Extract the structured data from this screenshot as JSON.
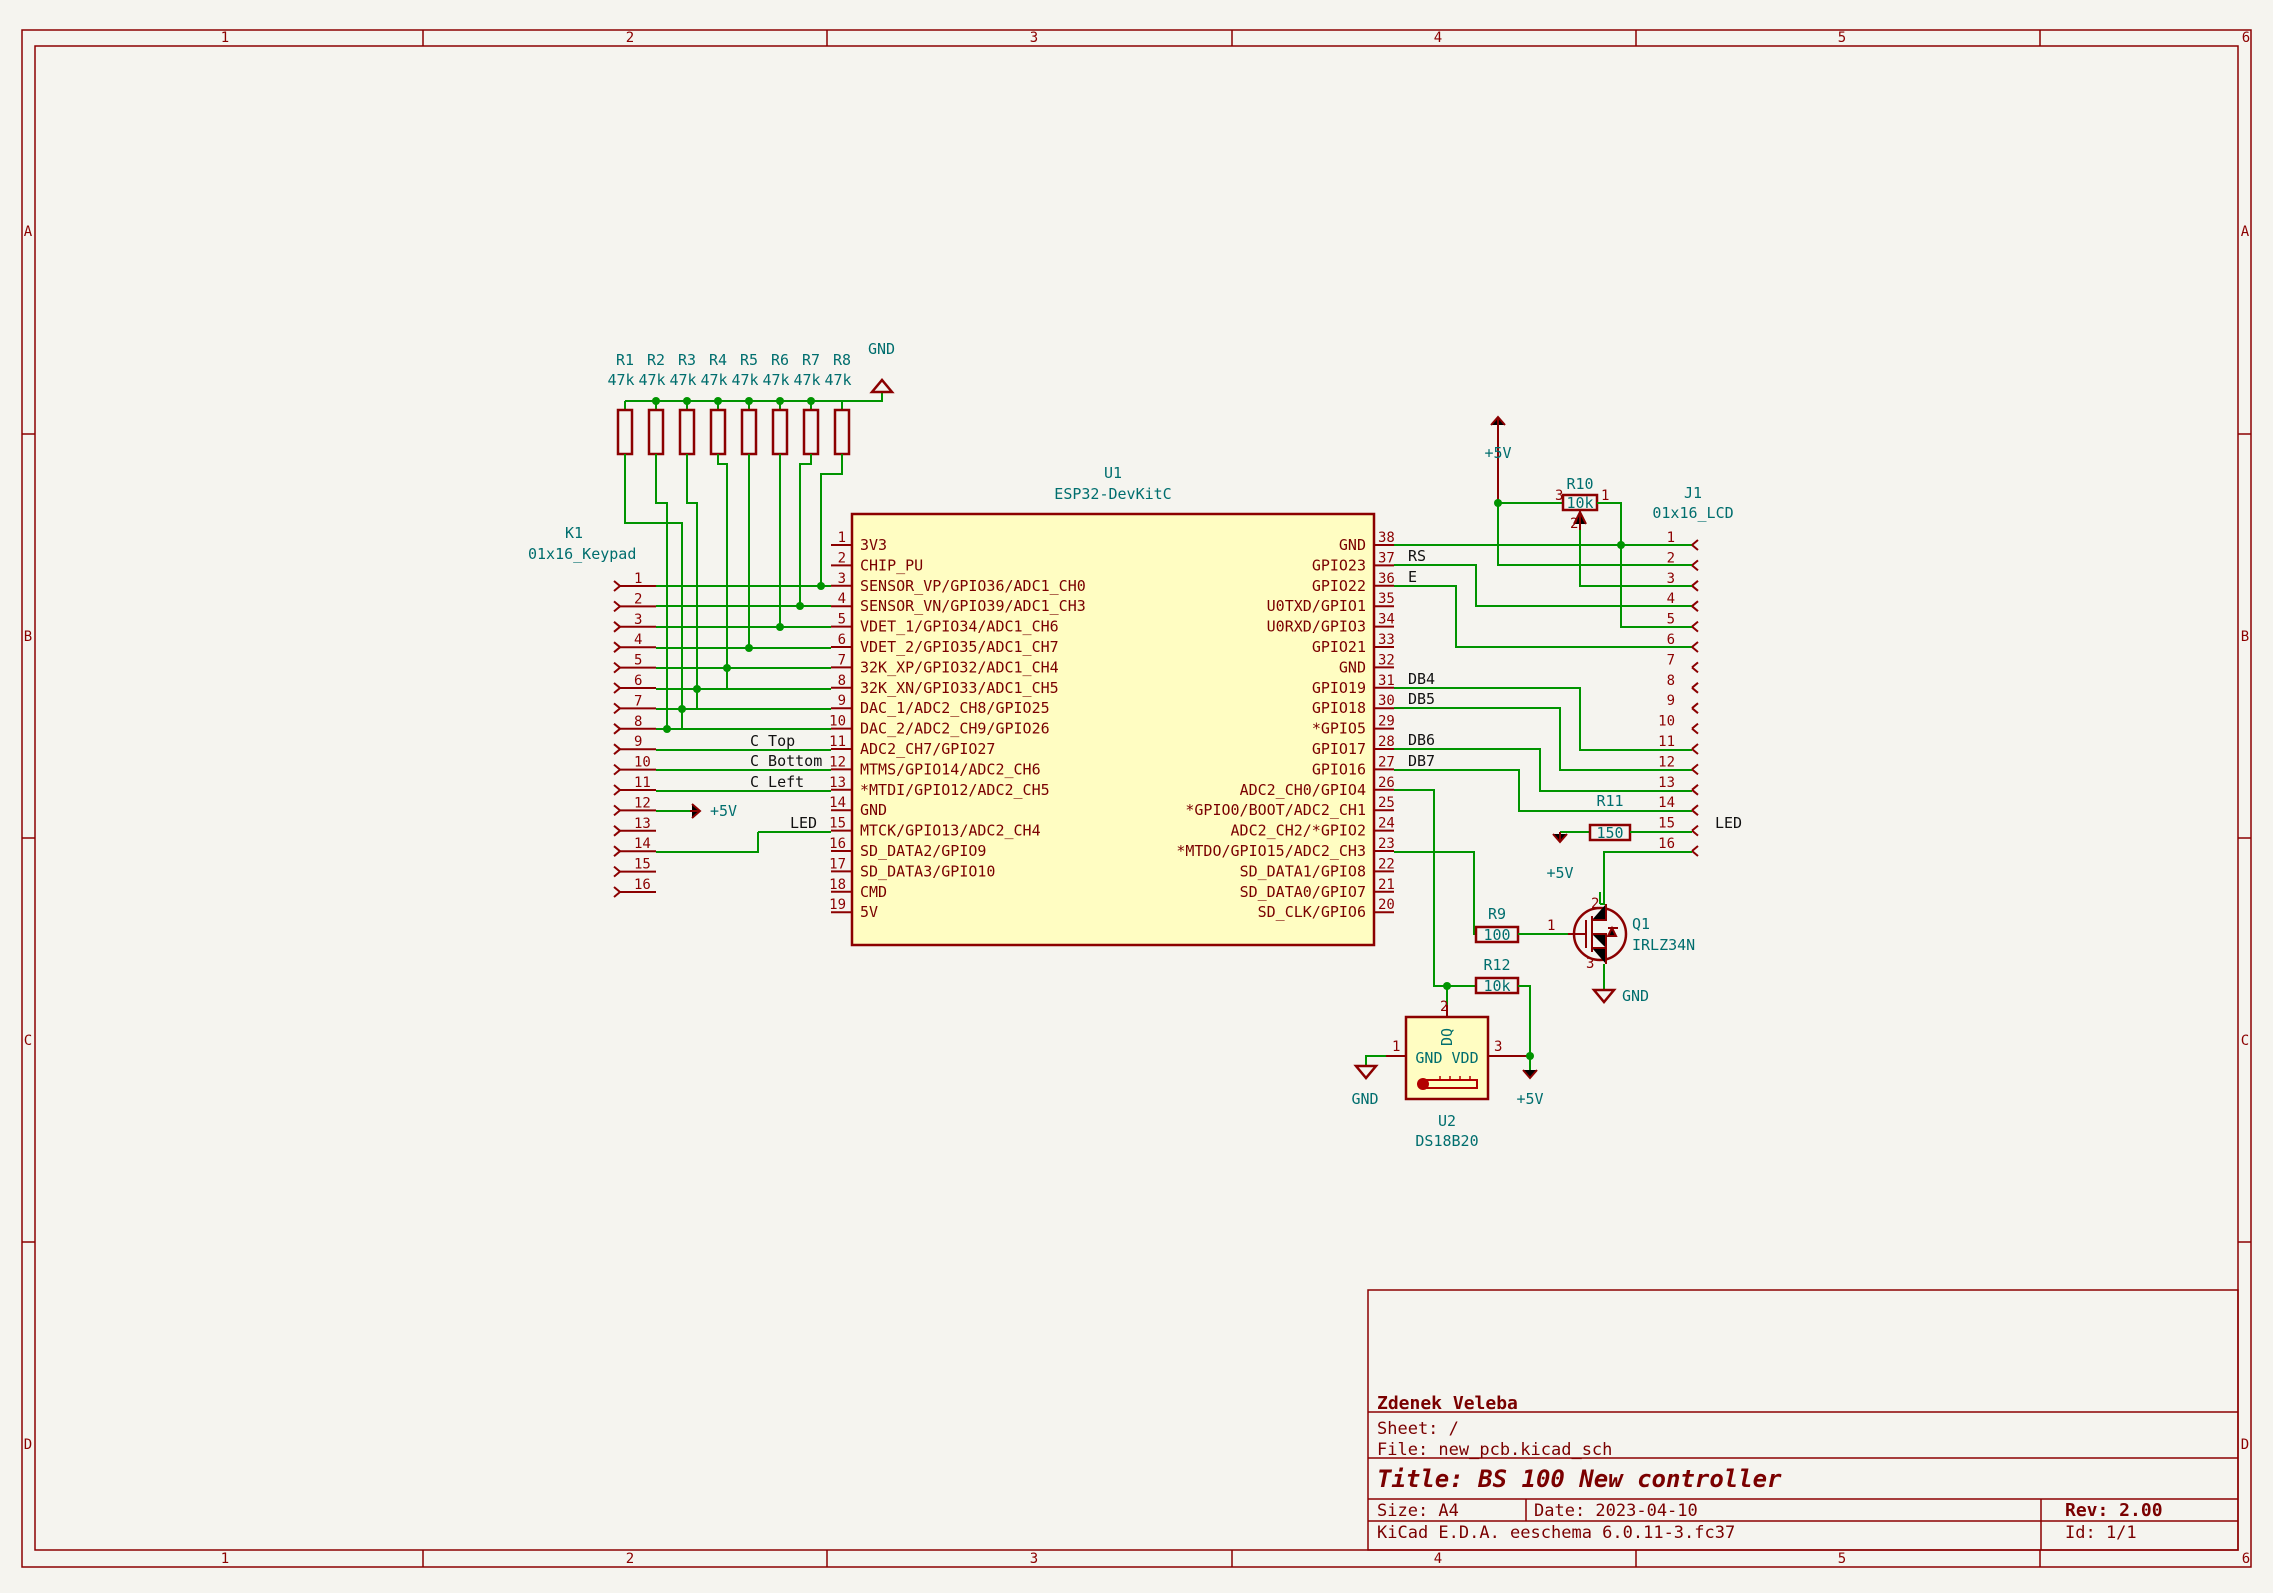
{
  "border": {
    "columns": [
      "1",
      "2",
      "3",
      "4",
      "5",
      "6"
    ],
    "rows": [
      "A",
      "B",
      "C",
      "D"
    ]
  },
  "title_block": {
    "company": "Zdenek Veleba",
    "sheet": "Sheet: /",
    "file": "File: new_pcb.kicad_sch",
    "title": "Title: BS 100 New controller",
    "size": "Size: A4",
    "date": "Date: 2023-04-10",
    "rev": "Rev: 2.00",
    "tool": "KiCad E.D.A.  eeschema 6.0.11-3.fc37",
    "id": "Id: 1/1"
  },
  "resistors": [
    {
      "ref": "R1",
      "value": "47k"
    },
    {
      "ref": "R2",
      "value": "47k"
    },
    {
      "ref": "R3",
      "value": "47k"
    },
    {
      "ref": "R4",
      "value": "47k"
    },
    {
      "ref": "R5",
      "value": "47k"
    },
    {
      "ref": "R6",
      "value": "47k"
    },
    {
      "ref": "R7",
      "value": "47k"
    },
    {
      "ref": "R8",
      "value": "47k"
    }
  ],
  "keypad": {
    "ref": "K1",
    "value": "01x16_Keypad",
    "pins": [
      "1",
      "2",
      "3",
      "4",
      "5",
      "6",
      "7",
      "8",
      "9",
      "10",
      "11",
      "12",
      "13",
      "14",
      "15",
      "16"
    ]
  },
  "u1": {
    "ref": "U1",
    "value": "ESP32-DevKitC",
    "left_pins": [
      {
        "num": "1",
        "name": "3V3"
      },
      {
        "num": "2",
        "name": "CHIP_PU"
      },
      {
        "num": "3",
        "name": "SENSOR_VP/GPIO36/ADC1_CH0"
      },
      {
        "num": "4",
        "name": "SENSOR_VN/GPIO39/ADC1_CH3"
      },
      {
        "num": "5",
        "name": "VDET_1/GPIO34/ADC1_CH6"
      },
      {
        "num": "6",
        "name": "VDET_2/GPIO35/ADC1_CH7"
      },
      {
        "num": "7",
        "name": "32K_XP/GPIO32/ADC1_CH4"
      },
      {
        "num": "8",
        "name": "32K_XN/GPIO33/ADC1_CH5"
      },
      {
        "num": "9",
        "name": "DAC_1/ADC2_CH8/GPIO25"
      },
      {
        "num": "10",
        "name": "DAC_2/ADC2_CH9/GPIO26"
      },
      {
        "num": "11",
        "name": "ADC2_CH7/GPIO27"
      },
      {
        "num": "12",
        "name": "MTMS/GPIO14/ADC2_CH6"
      },
      {
        "num": "13",
        "name": "*MTDI/GPIO12/ADC2_CH5"
      },
      {
        "num": "14",
        "name": "GND"
      },
      {
        "num": "15",
        "name": "MTCK/GPIO13/ADC2_CH4"
      },
      {
        "num": "16",
        "name": "SD_DATA2/GPIO9"
      },
      {
        "num": "17",
        "name": "SD_DATA3/GPIO10"
      },
      {
        "num": "18",
        "name": "CMD"
      },
      {
        "num": "19",
        "name": "5V"
      }
    ],
    "right_pins": [
      {
        "num": "38",
        "name": "GND"
      },
      {
        "num": "37",
        "name": "GPIO23"
      },
      {
        "num": "36",
        "name": "GPIO22"
      },
      {
        "num": "35",
        "name": "U0TXD/GPIO1"
      },
      {
        "num": "34",
        "name": "U0RXD/GPIO3"
      },
      {
        "num": "33",
        "name": "GPIO21"
      },
      {
        "num": "32",
        "name": "GND"
      },
      {
        "num": "31",
        "name": "GPIO19"
      },
      {
        "num": "30",
        "name": "GPIO18"
      },
      {
        "num": "29",
        "name": "*GPIO5"
      },
      {
        "num": "28",
        "name": "GPIO17"
      },
      {
        "num": "27",
        "name": "GPIO16"
      },
      {
        "num": "26",
        "name": "ADC2_CH0/GPIO4"
      },
      {
        "num": "25",
        "name": "*GPIO0/BOOT/ADC2_CH1"
      },
      {
        "num": "24",
        "name": "ADC2_CH2/*GPIO2"
      },
      {
        "num": "23",
        "name": "*MTDO/GPIO15/ADC2_CH3"
      },
      {
        "num": "22",
        "name": "SD_DATA1/GPIO8"
      },
      {
        "num": "21",
        "name": "SD_DATA0/GPIO7"
      },
      {
        "num": "20",
        "name": "SD_CLK/GPIO6"
      }
    ]
  },
  "lcd": {
    "ref": "J1",
    "value": "01x16_LCD",
    "pins": [
      "1",
      "2",
      "3",
      "4",
      "5",
      "6",
      "7",
      "8",
      "9",
      "10",
      "11",
      "12",
      "13",
      "14",
      "15",
      "16"
    ]
  },
  "r10": {
    "ref": "R10",
    "value": "10k",
    "pin1": "1",
    "pin2": "2",
    "pin3": "3"
  },
  "r11": {
    "ref": "R11",
    "value": "150"
  },
  "r9": {
    "ref": "R9",
    "value": "100"
  },
  "r12": {
    "ref": "R12",
    "value": "10k"
  },
  "q1": {
    "ref": "Q1",
    "value": "IRLZ34N",
    "pin1": "1",
    "pin2": "2",
    "pin3": "3"
  },
  "u2": {
    "ref": "U2",
    "value": "DS18B20",
    "dq": "DQ",
    "gndvdd": "GND VDD",
    "pin1": "1",
    "pin2": "2",
    "pin3": "3"
  },
  "power": {
    "gnd": "GND",
    "vcc": "+5V"
  },
  "net_labels": {
    "c_top": "C Top",
    "c_bottom": "C Bottom",
    "c_left": "C Left",
    "led": "LED",
    "rs": "RS",
    "e": "E",
    "db4": "DB4",
    "db5": "DB5",
    "db6": "DB6",
    "db7": "DB7"
  }
}
